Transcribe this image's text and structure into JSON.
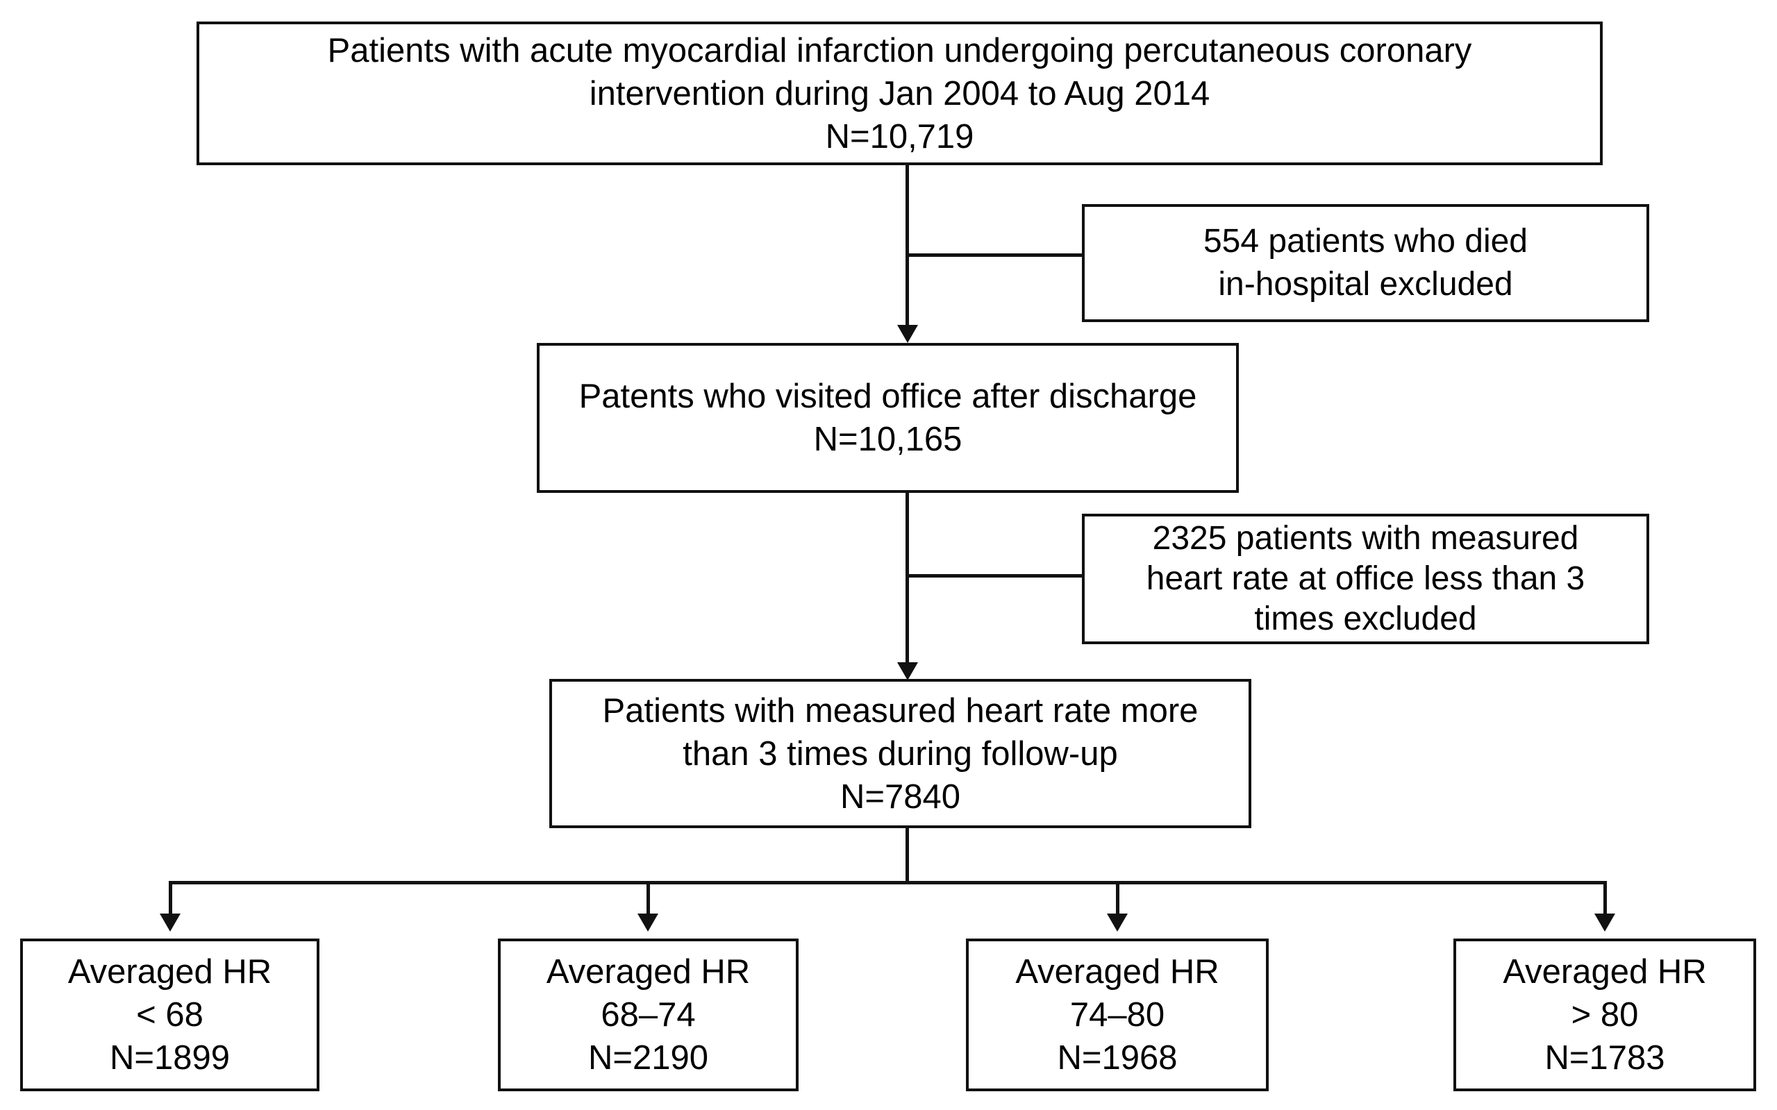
{
  "diagram": {
    "type": "patient-flow-chart",
    "nodes": {
      "enrolled": {
        "lines": [
          "Patients with acute myocardial infarction undergoing percutaneous coronary",
          "intervention during Jan 2004 to Aug 2014",
          "N=10,719"
        ],
        "count": 10719
      },
      "excluded_death": {
        "lines": [
          "554 patients who died",
          "in-hospital excluded"
        ],
        "count": 554
      },
      "visited": {
        "lines": [
          "Patents who visited office after discharge",
          "N=10,165"
        ],
        "count": 10165
      },
      "excluded_hr": {
        "lines": [
          "2325 patients with measured",
          "heart rate at office less than 3",
          "times excluded"
        ],
        "count": 2325
      },
      "measured": {
        "lines": [
          "Patients with measured heart rate more",
          "than 3 times during follow-up",
          "N=7840"
        ],
        "count": 7840
      }
    },
    "groups": [
      {
        "title": "Averaged HR",
        "range": "< 68",
        "n": "N=1899",
        "count": 1899
      },
      {
        "title": "Averaged HR",
        "range": "68–74",
        "n": "N=2190",
        "count": 2190
      },
      {
        "title": "Averaged HR",
        "range": "74–80",
        "n": "N=1968",
        "count": 1968
      },
      {
        "title": "Averaged HR",
        "range": "> 80",
        "n": "N=1783",
        "count": 1783
      }
    ],
    "colors": {
      "stroke": "#111111",
      "background": "#ffffff",
      "text": "#000000"
    }
  }
}
